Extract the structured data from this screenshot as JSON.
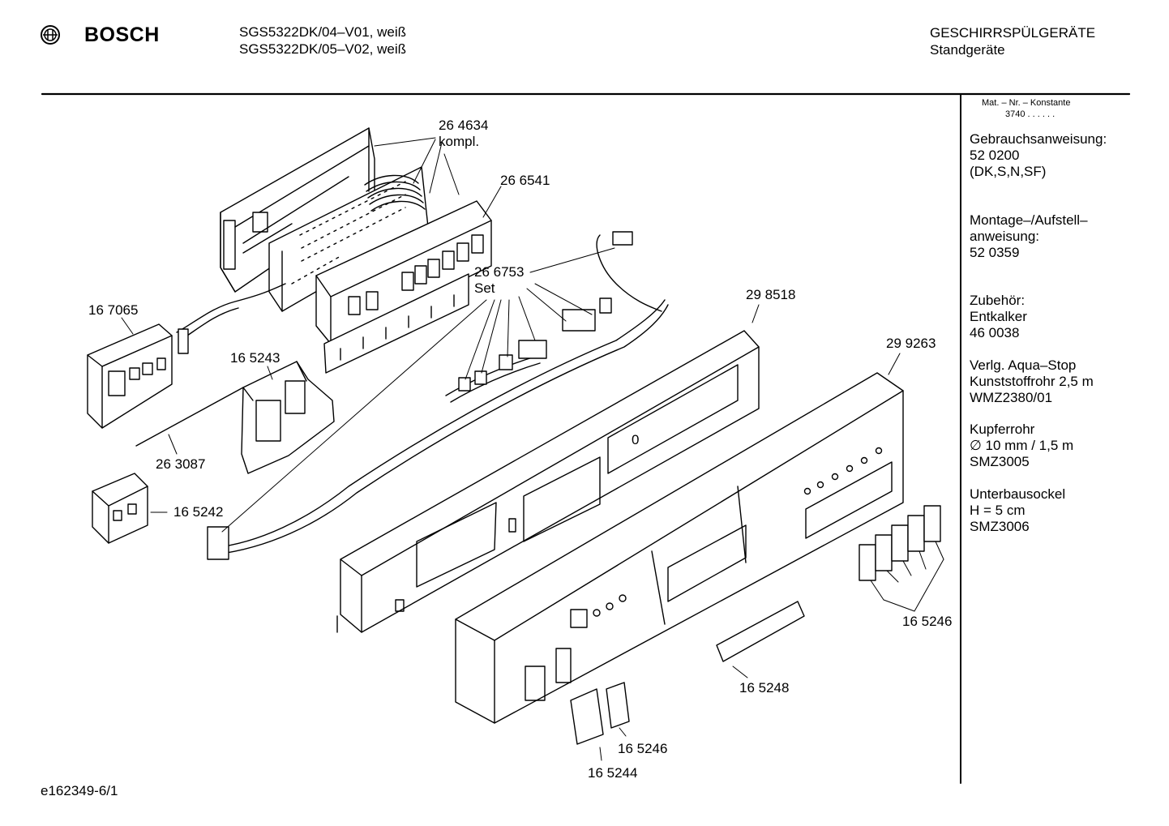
{
  "header": {
    "brand": "BOSCH",
    "model_lines": [
      "SGS5322DK/04–V01, weiß",
      "SGS5322DK/05–V02, weiß"
    ],
    "category": "GESCHIRRSPÜLGERÄTE",
    "subcategory": "Standgeräte"
  },
  "sidebar": {
    "mat_header": "Mat. – Nr. – Konstante",
    "mat_value": "3740 . . . . . .",
    "blocks": [
      {
        "lines": [
          "Gebrauchsanweisung:",
          "52 0200",
          "(DK,S,N,SF)"
        ]
      },
      {
        "lines": [
          "Montage–/Aufstell–",
          "anweisung:",
          "52 0359"
        ]
      },
      {
        "lines": [
          "Zubehör:",
          "Entkalker",
          "46 0038"
        ]
      },
      {
        "lines": [
          "Verlg. Aqua–Stop",
          "Kunststoffrohr 2,5 m",
          "WMZ2380/01"
        ]
      },
      {
        "lines": [
          "Kupferrohr",
          "∅ 10 mm / 1,5 m",
          "SMZ3005"
        ]
      },
      {
        "lines": [
          "Unterbausockel",
          "H = 5 cm",
          "SMZ3006"
        ]
      }
    ]
  },
  "parts": {
    "p264634": "26 4634",
    "p264634_note": "kompl.",
    "p266541": "26 6541",
    "p266753": "26 6753",
    "p266753_note": "Set",
    "p167065": "16 7065",
    "p165243": "16 5243",
    "p263087": "26 3087",
    "p165242": "16 5242",
    "p298518": "29 8518",
    "p299263": "29 9263",
    "p165246_right": "16 5246",
    "p165248": "16 5248",
    "p165246_bottom": "16 5246",
    "p165244": "16 5244"
  },
  "panel_marking": "0",
  "footer": {
    "drawing_id": "e162349-6/1"
  }
}
